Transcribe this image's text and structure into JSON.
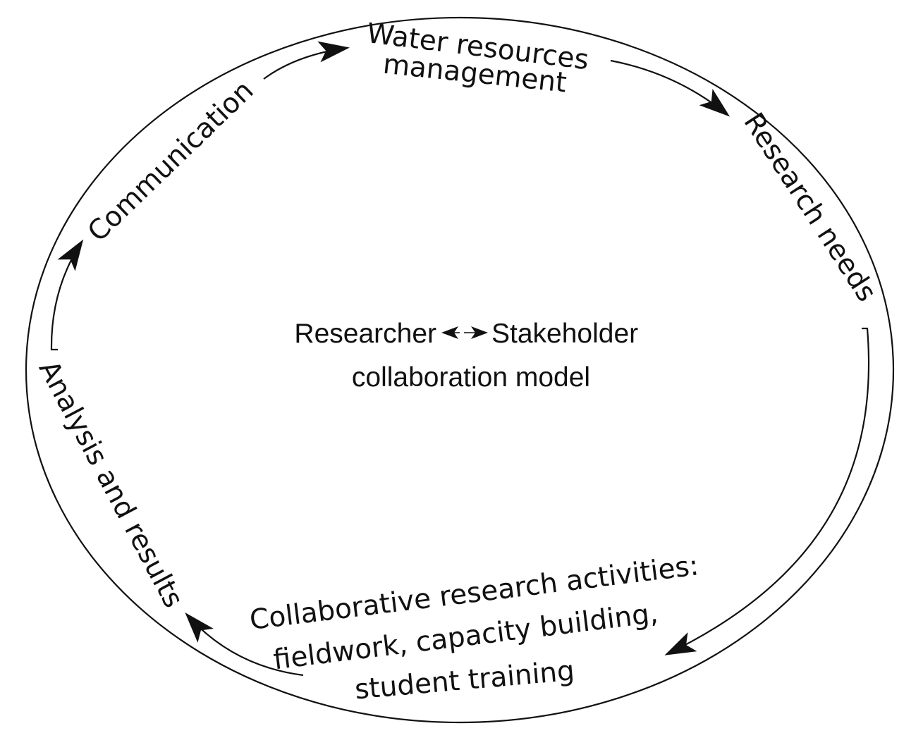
{
  "diagram": {
    "center": {
      "line1_left": "Researcher",
      "line1_right": "Stakeholder",
      "line2": "collaboration model"
    },
    "stages": {
      "water_line1": "Water resources",
      "water_line2": "management",
      "research_needs": "Research needs",
      "collab_line1": "Collaborative research activities:",
      "collab_line2": "fieldwork, capacity building,",
      "collab_line3": "student training",
      "analysis": "Analysis and results",
      "communication": "Communication"
    },
    "colors": {
      "line": "#111111",
      "background": "#ffffff"
    }
  }
}
